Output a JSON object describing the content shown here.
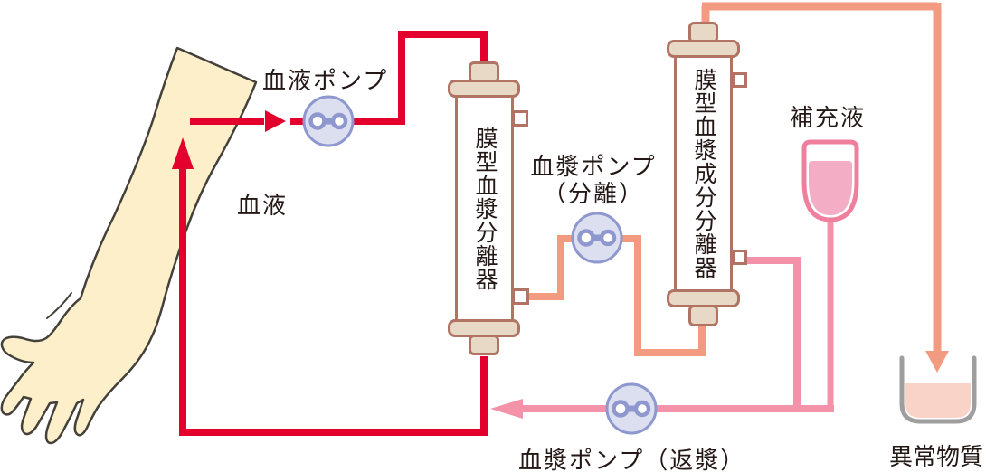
{
  "labels": {
    "blood_pump": "血液ポンプ",
    "blood": "血液",
    "membrane_plasma_separator": "膜型血漿分離器",
    "plasma_pump_separation_line1": "血漿ポンプ",
    "plasma_pump_separation_line2": "（分離）",
    "membrane_plasma_component_separator": "膜型血漿成分分離器",
    "replacement_fluid": "補充液",
    "plasma_pump_return": "血漿ポンプ（返漿）",
    "abnormal_substance": "異常物質"
  },
  "colors": {
    "blood_line": "#e4002d",
    "plasma_line": "#f29b80",
    "return_plasma_line": "#f392a9",
    "separator_outline": "#b17364",
    "separator_cap_fill": "#e8d9c7",
    "pump_fill": "#dcdff0",
    "pump_stroke": "#8e97ce",
    "arm_fill": "#fcefc9",
    "arm_outline": "#44413a",
    "replacement_fluid_fill": "#f3aec5",
    "replacement_fluid_outline": "#f07f9e",
    "waste_fluid_fill": "#f9d3c7",
    "beaker_outline": "#9e9e9e",
    "text": "#231815"
  },
  "icons": {
    "pump": "roller-pump-icon",
    "arm": "patient-arm",
    "replacement_fluid_container": "fluid-bag",
    "waste_container": "beaker",
    "flow_arrows": "arrowheads"
  }
}
